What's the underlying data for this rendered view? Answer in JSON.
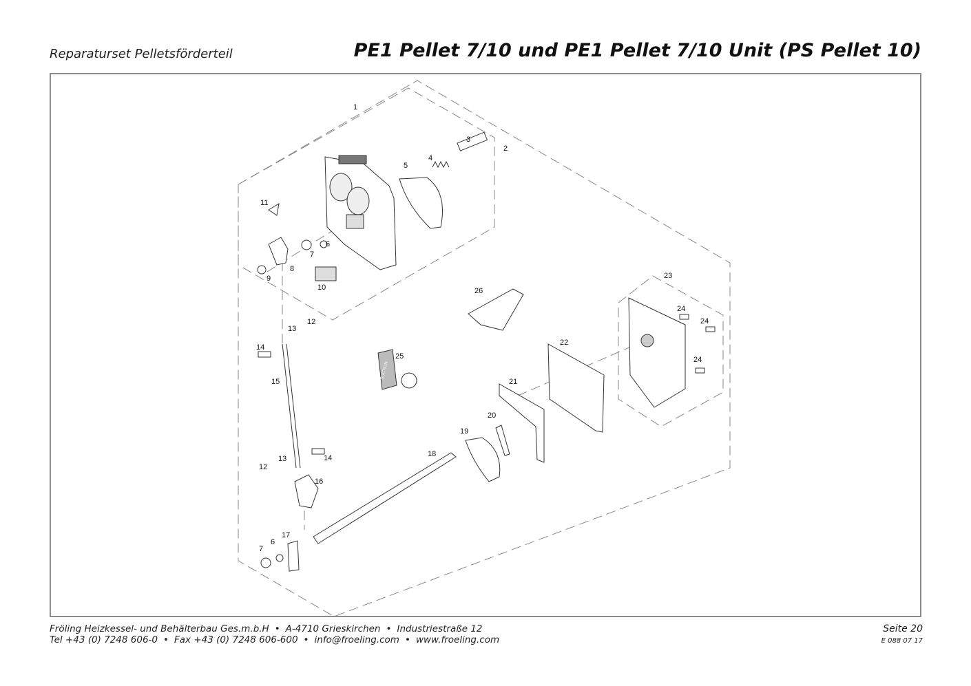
{
  "header": {
    "subtitle": "Reparaturset Pelletsförderteil",
    "title": "PE1 Pellet 7/10 und PE1 Pellet 7/10 Unit (PS Pellet 10)"
  },
  "callouts": [
    "1",
    "2",
    "3",
    "4",
    "5",
    "6",
    "7",
    "8",
    "9",
    "10",
    "11",
    "12",
    "13",
    "14",
    "15",
    "16",
    "17",
    "18",
    "19",
    "20",
    "21",
    "22",
    "23",
    "24",
    "25",
    "26"
  ],
  "label_25": "SUCTION",
  "footer": {
    "company": "Fröling Heizkessel- und Behälterbau Ges.m.b.H",
    "address": "A-4710 Grieskirchen",
    "street": "Industriestraße 12",
    "tel": "Tel +43 (0) 7248 606-0",
    "fax": "Fax +43 (0) 7248 606-600",
    "email": "info@froeling.com",
    "web": "www.froeling.com",
    "bullet": "•",
    "page": "Seite 20",
    "doc_code": "E 088 07 17"
  }
}
